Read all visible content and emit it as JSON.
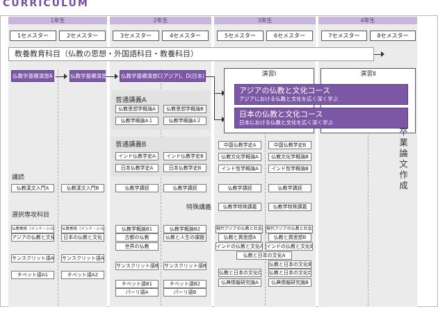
{
  "title": "CURRICULUM",
  "years": [
    "1年生",
    "2年生",
    "3年生",
    "4年生"
  ],
  "semesters": [
    "1セメスター",
    "2セメスター",
    "3セメスター",
    "4セメスター",
    "5セメスター",
    "6セメスター",
    "7セメスター",
    "8セメスター"
  ],
  "kyoyo": "教養教育科目（仏教の思想・外国語科目・教養科目）",
  "foundation": {
    "a": "仏教学基礎演習A",
    "b": "仏教学基礎演習B",
    "cd": "仏教学基礎演習C(アジア)、D(日本)"
  },
  "enshu1": "演習Ⅰ",
  "enshu2": "演習Ⅱ",
  "courses_major": [
    {
      "name": "アジアの仏教と文化コース",
      "sub": "アジアにおける仏教と文化を広く深く学ぶ"
    },
    {
      "name": "日本の仏教と文化コース",
      "sub": "日本における仏教と文化を広く深く学ぶ"
    }
  ],
  "sotsugyo": "卒業論文作成",
  "sections": {
    "futsuA": "普通講義A",
    "futsuB": "普通講義B",
    "dokkai": "講読",
    "senmon": "選択専攻科目",
    "tokushu": "特殊講義"
  },
  "futsuA_courses": [
    "仏教思想学概論A",
    "仏教思想学概論B",
    "仏教学概論A１",
    "仏教学概論A２"
  ],
  "futsuB_courses": [
    "インド仏教学史A",
    "インド仏教学史B",
    "日本仏教学史A",
    "日本仏教学史B"
  ],
  "sem5_6_futsu": [
    "中国仏教学史A",
    "中国仏教学史B",
    "仏教文化学概論A",
    "仏教文化学概論B",
    "インド哲学概論A",
    "インド哲学概論B"
  ],
  "dokkai_courses": [
    "仏教漢文入門A",
    "仏教漢文入門B",
    "仏教学講読",
    "仏教学講読",
    "仏教学講読",
    "仏教学講読"
  ],
  "tokushu_courses": [
    "仏教学特殊講義",
    "仏教学特殊講義"
  ],
  "senmon_sem1": [
    "仏教美術（インド・シルクロード）入門A",
    "アジアの仏教と文化",
    "サンスクリット語A1",
    "チベット語A1"
  ],
  "senmon_sem2": [
    "仏教美術（インド・シルクロード）入門B",
    "日本の仏教と文化",
    "サンスクリット語A2",
    "チベット語A2"
  ],
  "senmon_sem3": [
    "仏教学概論B1",
    "古都の仏教",
    "世界の仏教",
    "サンスクリット語B1",
    "チベット語B1",
    "パーリ語A"
  ],
  "senmon_sem4": [
    "仏教学概論B2",
    "仏教と人生の課題",
    "サンスクリット語B2",
    "チベット語B2",
    "パーリ語B"
  ],
  "senmon_sem5": [
    "現代アジアの仏教と社会A",
    "仏教と異思想A",
    "インドの仏教と文化A",
    "仏教と日本の文化A",
    "仏教と日本の文化C",
    "仏典情報研究論A"
  ],
  "senmon_sem6": [
    "現代アジアの仏教と社会B",
    "仏教と異思想B",
    "インドの仏教と文化B",
    "仏教と日本の文化B",
    "仏教と日本の文化D",
    "仏典情報研究論B"
  ]
}
